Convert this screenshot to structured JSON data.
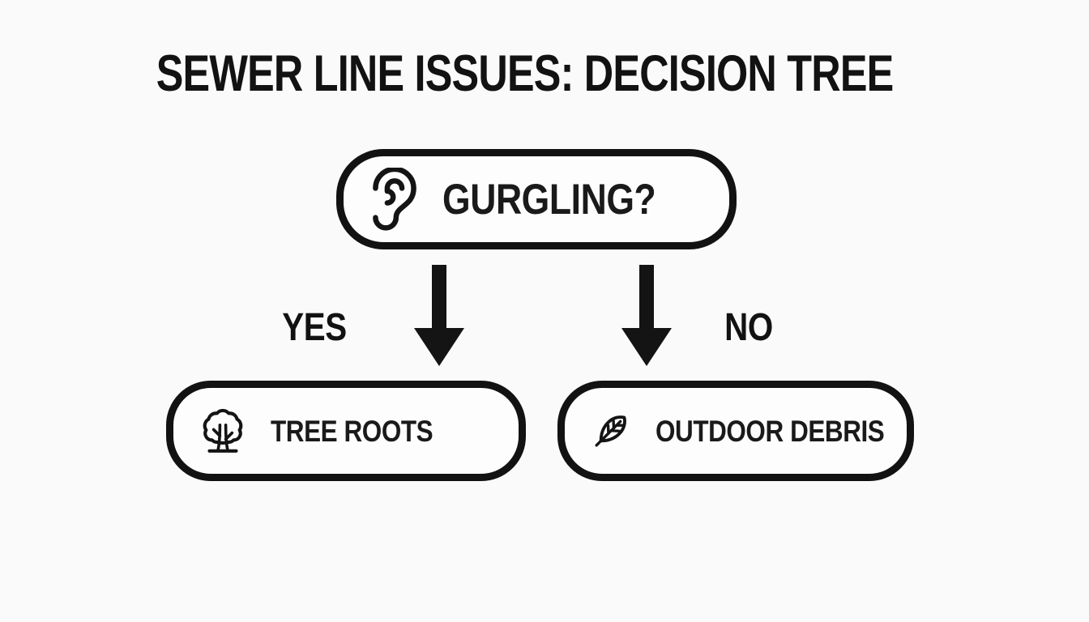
{
  "title": "SEWER LINE ISSUES: DECISION TREE",
  "palette": {
    "background": "#fafafa",
    "ink": "#121212",
    "node_fill": "#fdfdfd"
  },
  "icons": {
    "root": "ear-icon",
    "yes_outcome": "tree-icon",
    "no_outcome": "leaf-icon",
    "connector": "down-arrow-icon"
  },
  "tree": {
    "root": {
      "icon": "ear-icon",
      "label": "GURGLING?"
    },
    "branches": [
      {
        "answer": "YES",
        "icon": "tree-icon",
        "label": "TREE ROOTS"
      },
      {
        "answer": "NO",
        "icon": "leaf-icon",
        "label": "OUTDOOR DEBRIS"
      }
    ]
  }
}
